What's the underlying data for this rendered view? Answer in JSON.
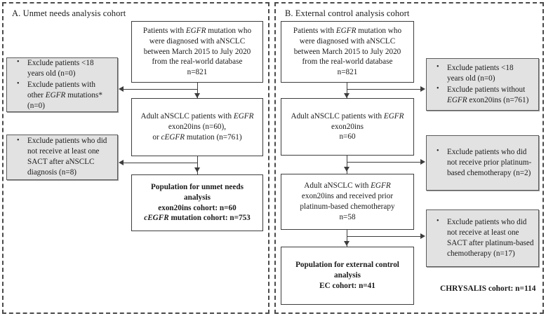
{
  "panels": {
    "a": {
      "title": "A. Unmet needs analysis cohort",
      "source_box": {
        "l1": "Patients with ",
        "l1i": "EGFR",
        "l1b": " mutation who",
        "l2": "were diagnosed with aNSCLC",
        "l3": "between March 2015 to July 2020",
        "l4": "from the real-world database",
        "l5": "n=821"
      },
      "exclusion_1": {
        "b1a": "Exclude patients <18",
        "b1b": "years old (n=0)",
        "b2a": "Exclude patients with",
        "b2b_pre": "other ",
        "b2b_i": "EGFR",
        "b2b_post": " mutations*",
        "b2c": "(n=0)"
      },
      "mid_box": {
        "l1": "Adult aNSCLC patients with ",
        "l1i": "EGFR",
        "l2": "exon20ins (n=60),",
        "l3_pre": "or ",
        "l3_i": "cEGFR",
        "l3_post": " mutation (n=761)"
      },
      "exclusion_2": {
        "b1a": "Exclude patients who did",
        "b1b": "not receive at least one",
        "b1c": "SACT after aNSCLC",
        "b1d": "diagnosis (n=8)"
      },
      "final_box": {
        "l1": "Population for unmet needs",
        "l2": "analysis",
        "l3": "exon20ins cohort: n=60",
        "l4_i": "cEGFR",
        "l4_post": " mutation cohort: n=753"
      }
    },
    "b": {
      "title": "B. External control analysis cohort",
      "source_box": {
        "l1": "Patients with ",
        "l1i": "EGFR",
        "l1b": " mutation who",
        "l2": "were diagnosed with aNSCLC",
        "l3": "between March 2015 to July 2020",
        "l4": "from the real-world database",
        "l5": "n=821"
      },
      "exclusion_1": {
        "b1a": "Exclude patients <18",
        "b1b": "years old (n=0)",
        "b2a": "Exclude patients without",
        "b2b_i": "EGFR",
        "b2b_post": " exon20ins (n=761)"
      },
      "mid_box_1": {
        "l1": "Adult aNSCLC patients with ",
        "l1i": "EGFR",
        "l2": "exon20ins",
        "l3": "n=60"
      },
      "exclusion_2": {
        "b1a": "Exclude patients who did",
        "b1b": "not receive prior platinum-",
        "b1c": "based chemotherapy (n=2)"
      },
      "mid_box_2": {
        "l1": "Adult aNSCLC with ",
        "l1i": "EGFR",
        "l2": "exon20ins and received prior",
        "l3": "platinum-based chemotherapy",
        "l4": "n=58"
      },
      "exclusion_3": {
        "b1a": "Exclude patients who did",
        "b1b": "not receive at least one",
        "b1c": "SACT after platinum-based",
        "b1d": "chemotherapy (n=17)"
      },
      "final_box": {
        "l1": "Population for external control",
        "l2": "analysis",
        "l3": "EC cohort: n=41"
      },
      "chrysalis_label": "CHRYSALIS cohort: n=114"
    }
  },
  "colors": {
    "shaded_fill": "#e2e2e2",
    "line": "#3d3d3d",
    "divider": "#4a4a4a",
    "background": "#ffffff"
  }
}
